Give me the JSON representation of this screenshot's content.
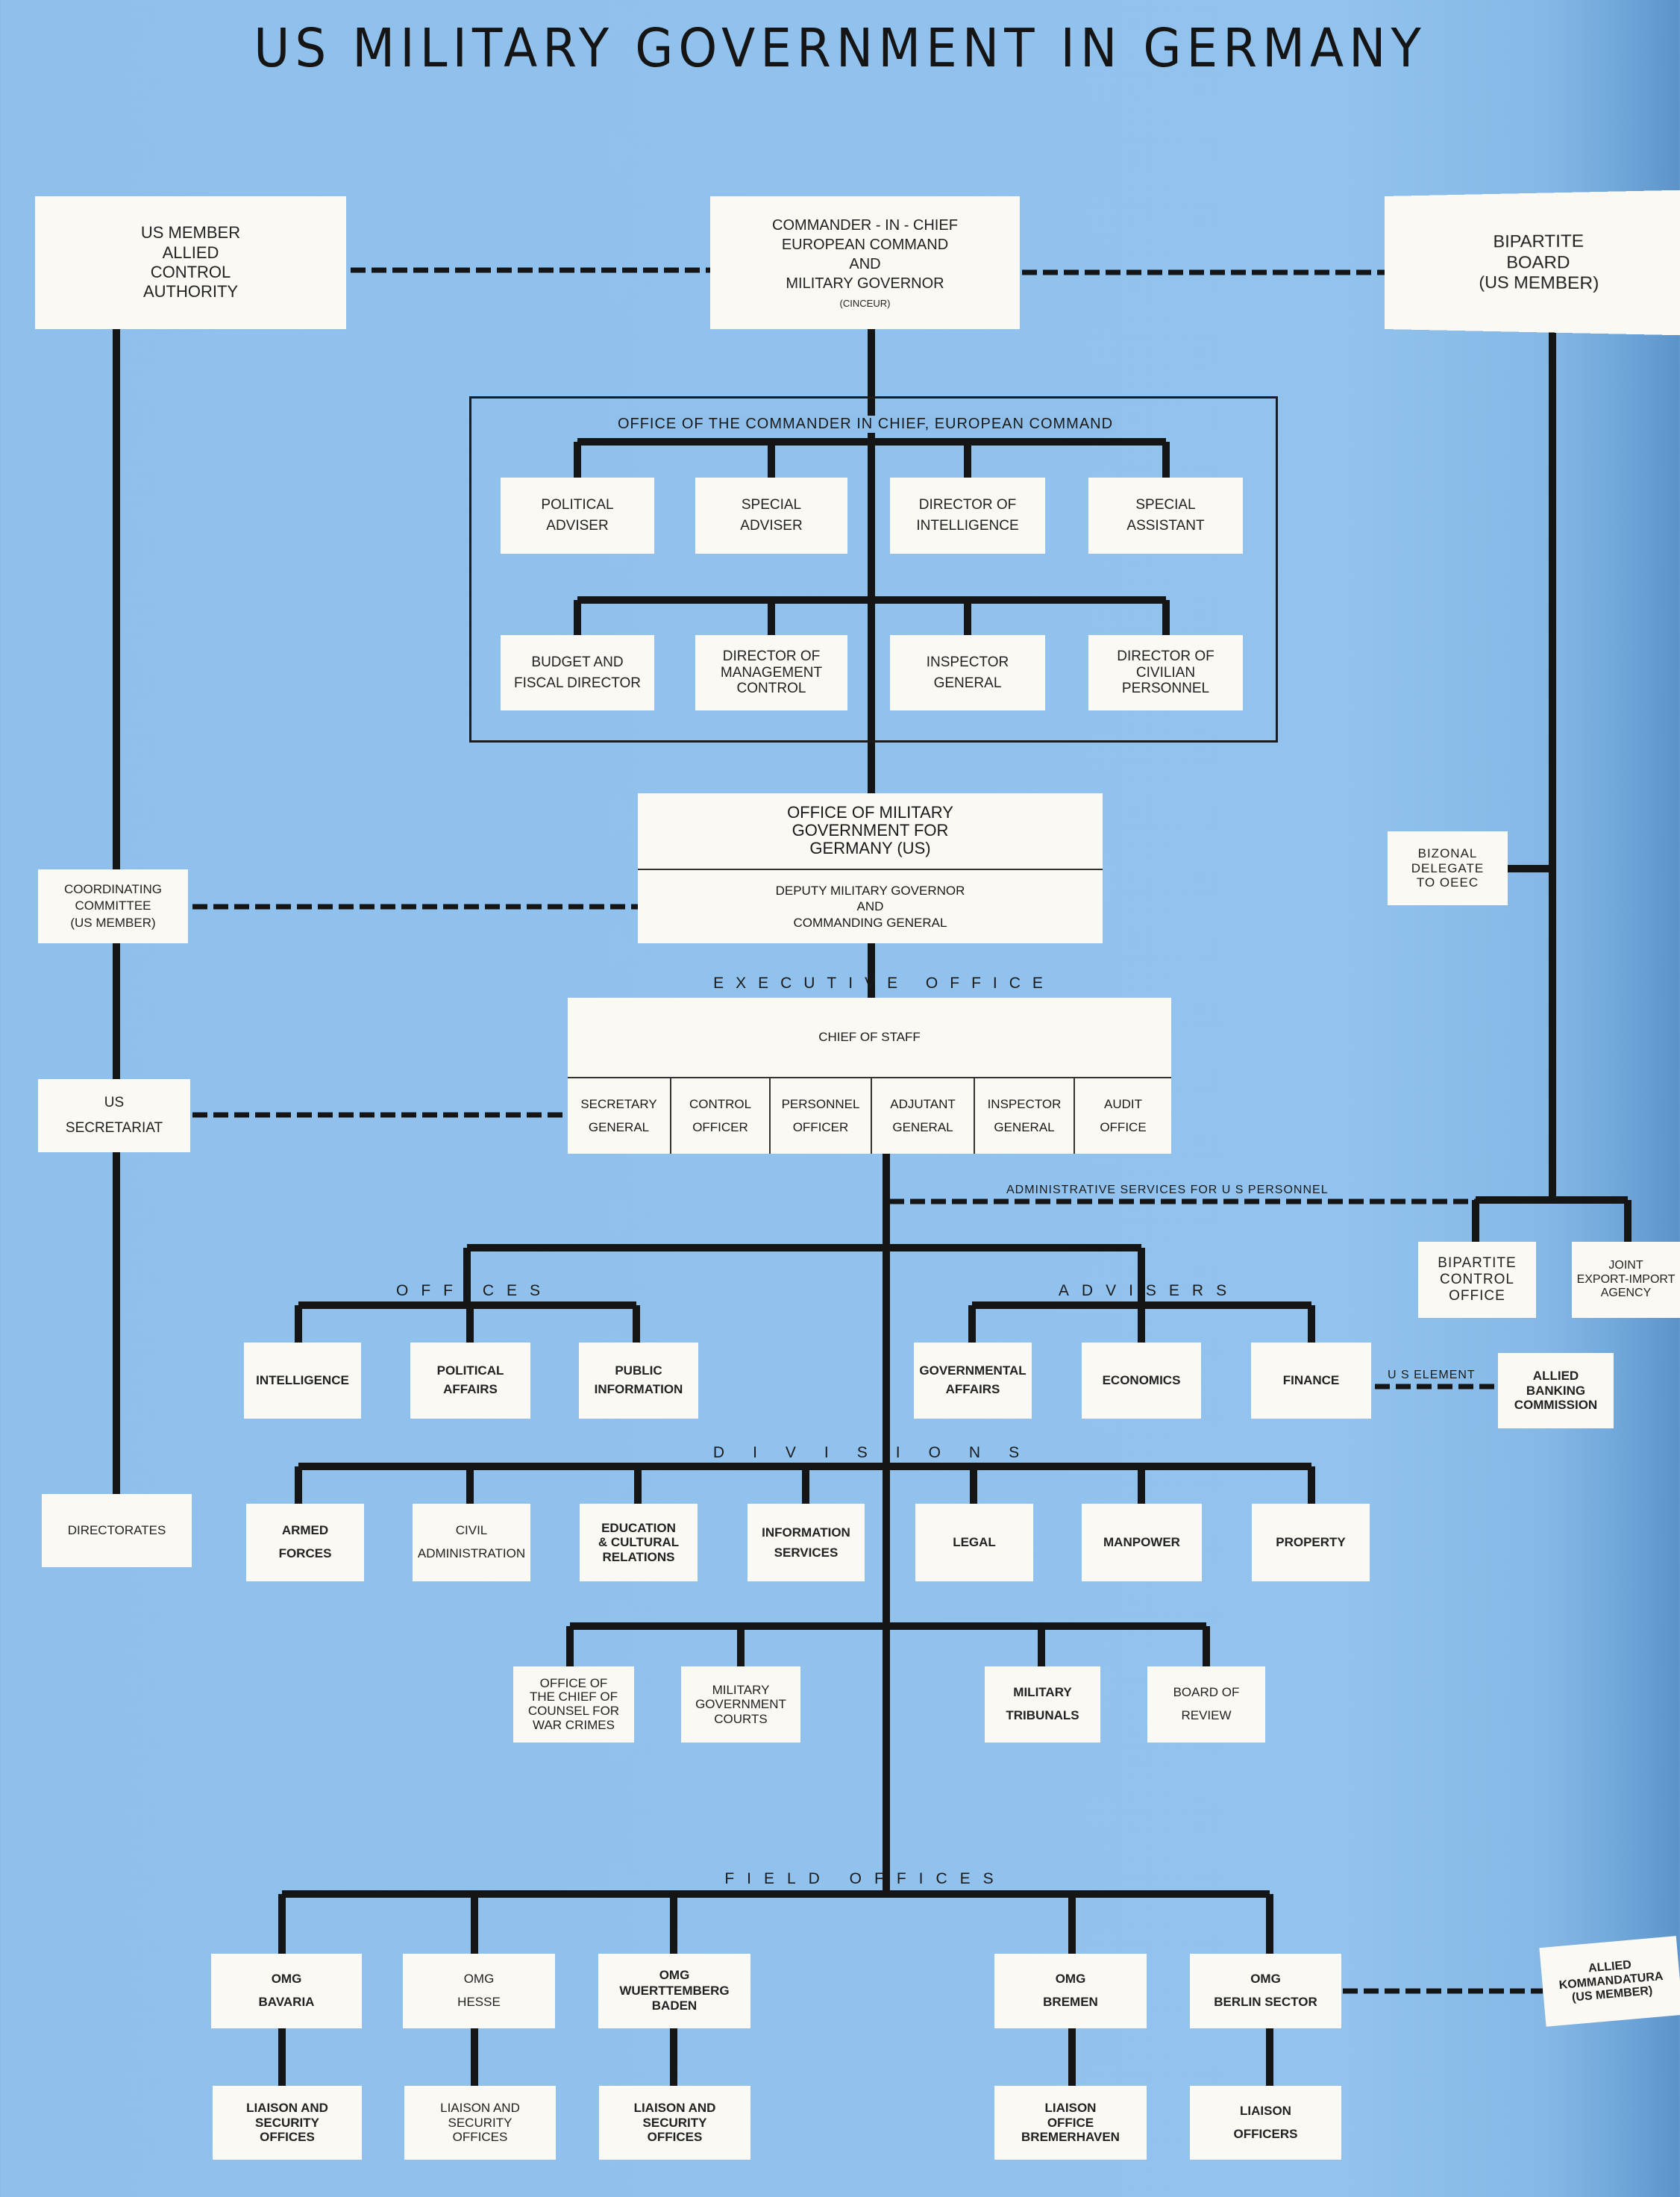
{
  "title": "US MILITARY GOVERNMENT IN GERMANY",
  "colors": {
    "background": "#8fc0ec",
    "box": "#fbf9f3",
    "line": "#151515"
  },
  "top": {
    "us_member": "US MEMBER\nALLIED\nCONTROL\nAUTHORITY",
    "cinc": "COMMANDER - IN - CHIEF\nEUROPEAN COMMAND\nAND\nMILITARY GOVERNOR",
    "cinc_abbrev": "(CINCEUR)",
    "bipartite_board": "BIPARTITE\nBOARD\n(US MEMBER)"
  },
  "office_cinc": {
    "label": "OFFICE OF THE COMMANDER IN CHIEF, EUROPEAN COMMAND",
    "row1": [
      "POLITICAL\nADVISER",
      "SPECIAL\nADVISER",
      "DIRECTOR OF\nINTELLIGENCE",
      "SPECIAL\nASSISTANT"
    ],
    "row2": [
      "BUDGET AND\nFISCAL DIRECTOR",
      "DIRECTOR OF\nMANAGEMENT\nCONTROL",
      "INSPECTOR\nGENERAL",
      "DIRECTOR OF\nCIVILIAN\nPERSONNEL"
    ]
  },
  "omgus": {
    "title": "OFFICE OF MILITARY\nGOVERNMENT FOR\nGERMANY (US)",
    "subtitle": "DEPUTY MILITARY GOVERNOR\nAND\nCOMMANDING GENERAL"
  },
  "coordinating_committee": "COORDINATING\nCOMMITTEE\n(US MEMBER)",
  "bizonal_delegate": "BIZONAL\nDELEGATE\nTO OEEC",
  "executive_office": {
    "label": "EXECUTIVE OFFICE",
    "chief": "CHIEF OF STAFF",
    "cells": [
      "SECRETARY\nGENERAL",
      "CONTROL\nOFFICER",
      "PERSONNEL\nOFFICER",
      "ADJUTANT\nGENERAL",
      "INSPECTOR\nGENERAL",
      "AUDIT\nOFFICE"
    ]
  },
  "us_secretariat": "US\nSECRETARIAT",
  "admin_services": "ADMINISTRATIVE SERVICES FOR U S PERSONNEL",
  "bipartite_control_office": "BIPARTITE\nCONTROL\nOFFICE",
  "jeia": "JOINT\nEXPORT-IMPORT\nAGENCY",
  "offices": {
    "label": "OFFICES",
    "items": [
      "INTELLIGENCE",
      "POLITICAL\nAFFAIRS",
      "PUBLIC\nINFORMATION"
    ]
  },
  "advisers": {
    "label": "ADVISERS",
    "items": [
      "GOVERNMENTAL\nAFFAIRS",
      "ECONOMICS",
      "FINANCE"
    ]
  },
  "us_element": "U S ELEMENT",
  "allied_banking": "ALLIED\nBANKING\nCOMMISSION",
  "divisions": {
    "label": "DIVISIONS",
    "items": [
      "ARMED\nFORCES",
      "CIVIL\nADMINISTRATION",
      "EDUCATION\n& CULTURAL\nRELATIONS",
      "INFORMATION\nSERVICES",
      "LEGAL",
      "MANPOWER",
      "PROPERTY"
    ]
  },
  "directorates": "DIRECTORATES",
  "courts": [
    "OFFICE OF\nTHE CHIEF OF\nCOUNSEL FOR\nWAR CRIMES",
    "MILITARY\nGOVERNMENT\nCOURTS",
    "MILITARY\nTRIBUNALS",
    "BOARD OF\nREVIEW"
  ],
  "field_offices": {
    "label": "FIELD OFFICES",
    "omg": [
      "OMG\nBAVARIA",
      "OMG\nHESSE",
      "OMG\nWUERTTEMBERG\nBADEN",
      "OMG\nBREMEN",
      "OMG\nBERLIN SECTOR"
    ],
    "liaison": [
      "LIAISON AND\nSECURITY\nOFFICES",
      "LIAISON AND\nSECURITY\nOFFICES",
      "LIAISON AND\nSECURITY\nOFFICES",
      "LIAISON\nOFFICE\nBREMERHAVEN",
      "LIAISON\nOFFICERS"
    ]
  },
  "allied_kommandatura": "ALLIED\nKOMMANDATURA\n(US MEMBER)"
}
